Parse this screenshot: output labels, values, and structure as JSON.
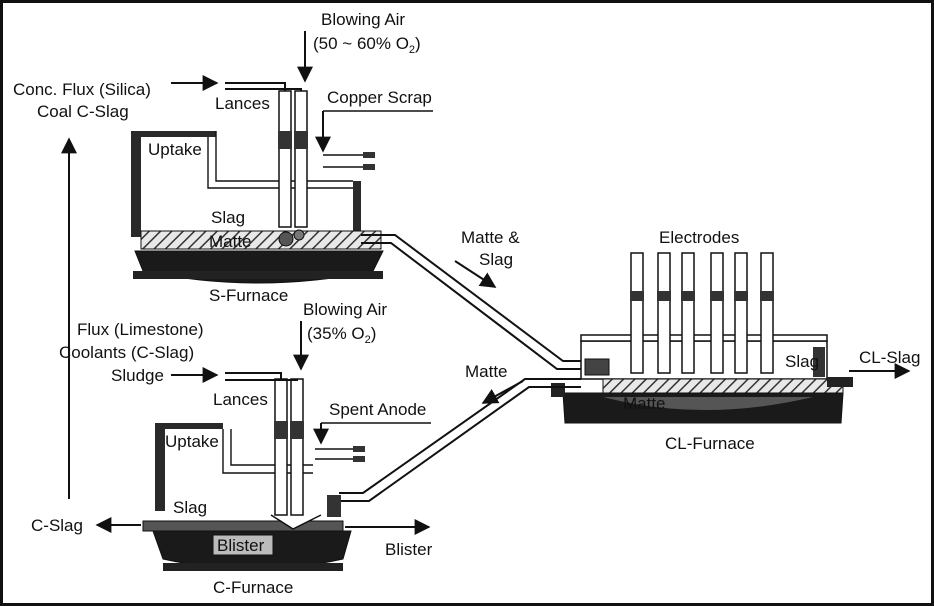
{
  "s_furnace": {
    "blowing_air": "Blowing Air",
    "oxygen_pre": "(50 ~ 60% O",
    "oxygen_sub": "2",
    "oxygen_post": ")",
    "flux_line1": "Conc. Flux (Silica)",
    "flux_line2": "Coal C-Slag",
    "lances": "Lances",
    "copper_scrap": "Copper Scrap",
    "uptake": "Uptake",
    "slag": "Slag",
    "matte": "Matte",
    "name": "S-Furnace"
  },
  "transfer": {
    "matte_slag_line1": "Matte &",
    "matte_slag_line2": "Slag",
    "matte": "Matte"
  },
  "cl_furnace": {
    "electrodes": "Electrodes",
    "slag": "Slag",
    "cl_slag": "CL-Slag",
    "matte": "Matte",
    "name": "CL-Furnace"
  },
  "c_furnace": {
    "flux_line1": "Flux (Limestone)",
    "flux_line2": "Coolants (C-Slag)",
    "flux_line3": "Sludge",
    "blowing_air": "Blowing Air",
    "oxygen_pre": "(35% O",
    "oxygen_sub": "2",
    "oxygen_post": ")",
    "lances": "Lances",
    "spent_anode": "Spent Anode",
    "uptake": "Uptake",
    "slag": "Slag",
    "c_slag": "C-Slag",
    "blister": "Blister",
    "blister_out": "Blister",
    "name": "C-Furnace"
  }
}
